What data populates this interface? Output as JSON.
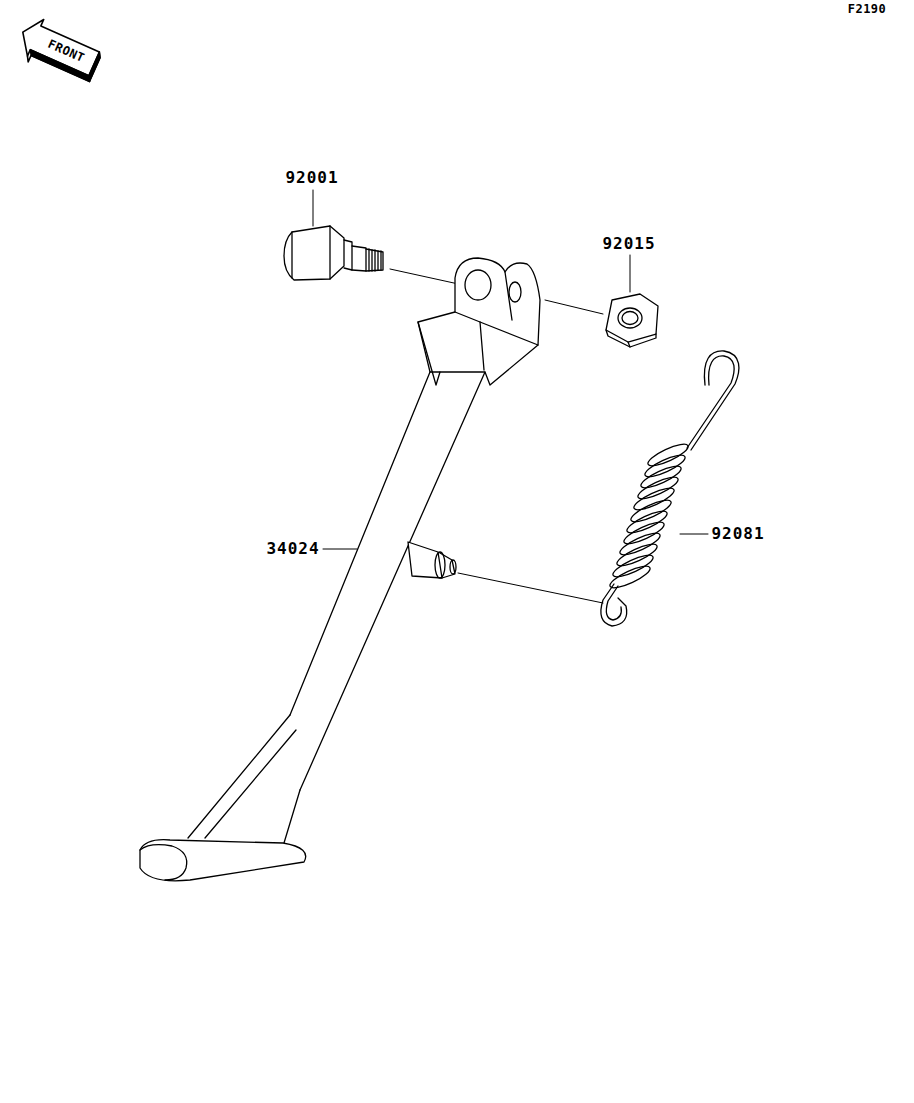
{
  "diagram": {
    "labels": [
      "F2190",
      "FRONT",
      "92001",
      "92015",
      "34024",
      "92081"
    ]
  }
}
